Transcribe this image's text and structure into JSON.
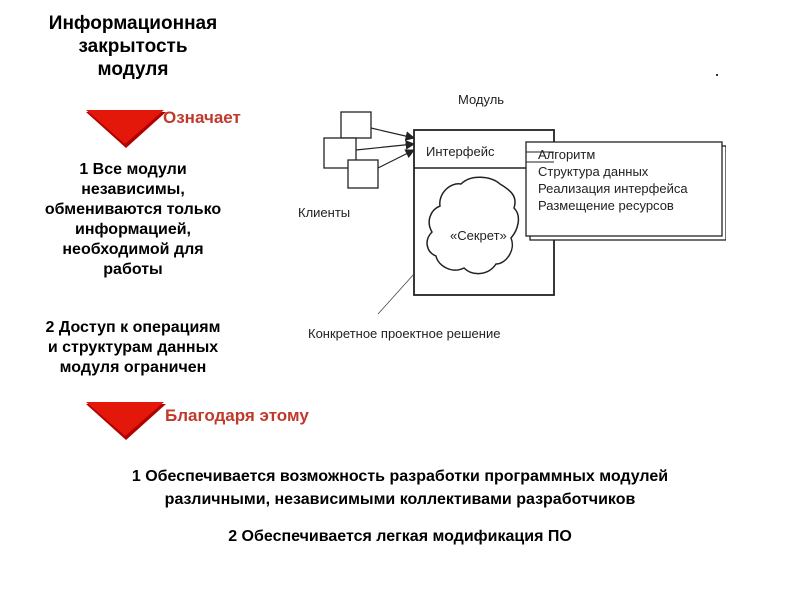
{
  "title": [
    "Информационная",
    "закрытость",
    "модуля"
  ],
  "label_means": "Означает",
  "label_thanks": "Благодаря этому",
  "points_top": {
    "p1": [
      "1 Все модули",
      "независимы,",
      "обмениваются только",
      "информацией,",
      "необходимой для",
      "работы"
    ],
    "p2": [
      "2 Доступ к операциям",
      "и структурам данных",
      "модуля ограничен"
    ]
  },
  "diagram": {
    "module_label": "Модуль",
    "interface_label": "Интерфейс",
    "items": [
      "Алгоритм",
      "Структура данных",
      "Реализация интерфейса",
      "Размещение ресурсов"
    ],
    "clients_label": "Клиенты",
    "secret_label": "«Секрет»",
    "caption": "Конкретное проектное решение"
  },
  "bottom": {
    "line1": "1 Обеспечивается возможность разработки программных модулей",
    "line2": "различными, независимыми коллективами разработчиков",
    "line3": "2 Обеспечивается легкая модификация ПО"
  },
  "colors": {
    "arrow": "#e3170a",
    "accent_text": "#c0392b"
  }
}
